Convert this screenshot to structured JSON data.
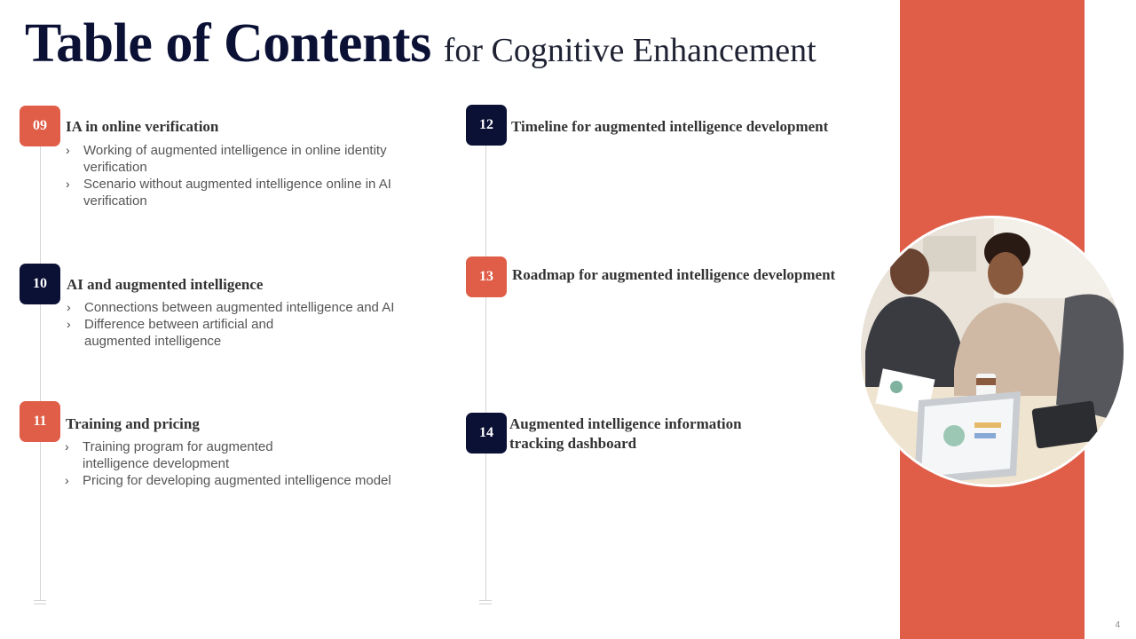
{
  "header": {
    "title": "Table of Contents",
    "subtitle": "for Cognitive Enhancement"
  },
  "sections": [
    {
      "number": "09",
      "title": "IA in online verification",
      "color": "#e05d47",
      "bullets": [
        "Working of augmented intelligence in online identity verification",
        "Scenario without augmented intelligence online in AI verification"
      ]
    },
    {
      "number": "10",
      "title": "AI and augmented intelligence",
      "color": "#0b1035",
      "bullets": [
        "Connections between augmented intelligence and AI",
        "Difference between artificial and augmented intelligence"
      ]
    },
    {
      "number": "11",
      "title": "Training and pricing",
      "color": "#e05d47",
      "bullets": [
        "Training program for augmented intelligence development",
        "Pricing for developing augmented intelligence model"
      ]
    },
    {
      "number": "12",
      "title": "Timeline for augmented intelligence development",
      "color": "#0b1035",
      "bullets": []
    },
    {
      "number": "13",
      "title": "Roadmap for augmented intelligence development",
      "color": "#e05d47",
      "bullets": []
    },
    {
      "number": "14",
      "title_line1": "Augmented intelligence information",
      "title_line2": "tracking dashboard",
      "color": "#0b1035",
      "bullets": []
    }
  ],
  "bullet_icon": "chevron-right-icon",
  "accent_color": "#e05d47",
  "navy_color": "#0b1035",
  "page_number": "4"
}
